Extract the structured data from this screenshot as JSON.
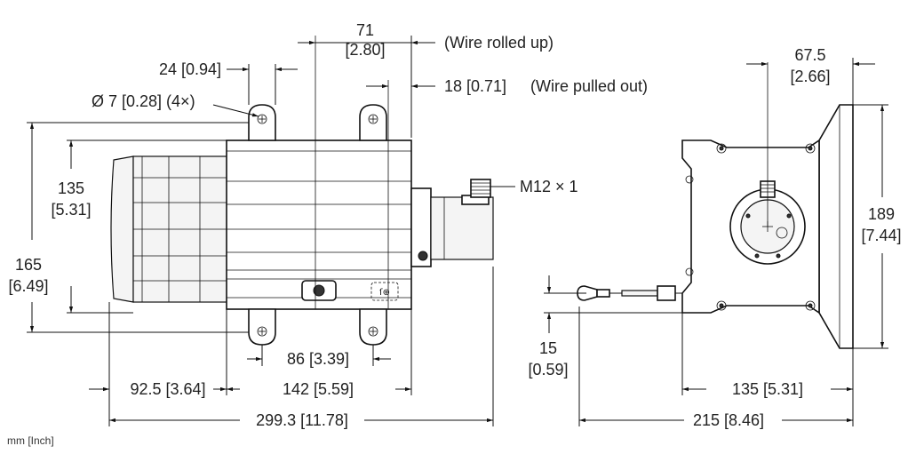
{
  "units_note": "mm [Inch]",
  "dimensions": {
    "wire_rolled_up_value": "71",
    "wire_rolled_up_inch": "[2.80]",
    "wire_rolled_up_label": "(Wire rolled up)",
    "mount_spacing_top": "24 [0.94]",
    "wire_pulled_out": "18 [0.71]",
    "wire_pulled_out_label": "(Wire pulled out)",
    "hole_diameter": "Ø 7 [0.28] (4×)",
    "connector": "M12 × 1",
    "height_135_mm": "135",
    "height_135_in": "[5.31]",
    "height_165_mm": "165",
    "height_165_in": "[6.49]",
    "mount_spacing_bottom": "86 [3.39]",
    "offset_left": "92.5 [3.64]",
    "body_width": "142 [5.59]",
    "overall_length": "299.3 [11.78]",
    "side_width_mm": "67.5",
    "side_width_in": "[2.66]",
    "side_height_mm": "189",
    "side_height_in": "[7.44]",
    "wire_offset_mm": "15",
    "wire_offset_in": "[0.59]",
    "side_base_width": "135 [5.31]",
    "side_overall_width": "215 [8.46]"
  }
}
